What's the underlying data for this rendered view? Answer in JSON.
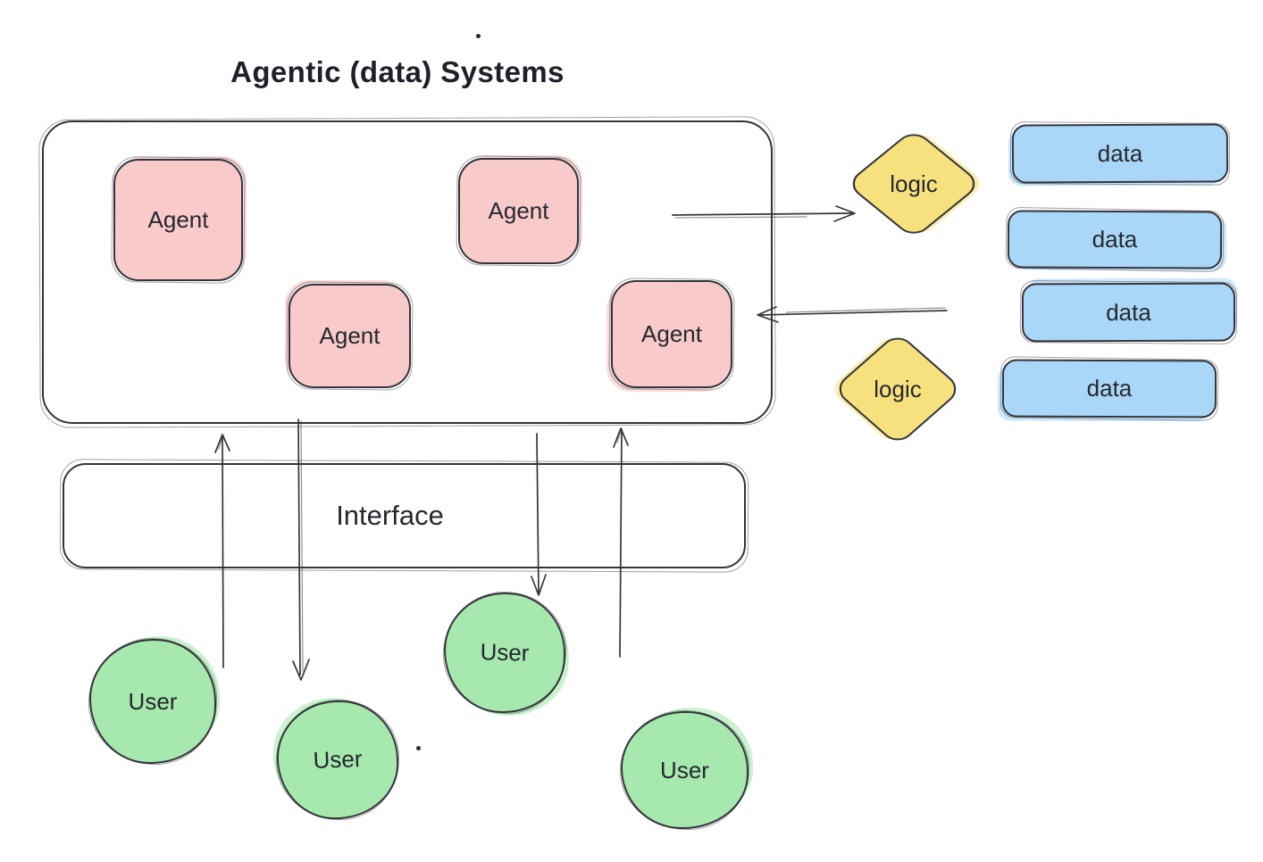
{
  "title": "Agentic (data) Systems",
  "colors": {
    "agent_fill": "#f8caca",
    "logic_fill": "#f7e17e",
    "data_fill": "#aad7f7",
    "user_fill": "#a6e8ae",
    "stroke": "#34353c",
    "text": "#26282f"
  },
  "system_box": {
    "agents": [
      {
        "label": "Agent"
      },
      {
        "label": "Agent"
      },
      {
        "label": "Agent"
      },
      {
        "label": "Agent"
      }
    ]
  },
  "logic_nodes": [
    {
      "label": "logic"
    },
    {
      "label": "logic"
    }
  ],
  "data_nodes": [
    {
      "label": "data"
    },
    {
      "label": "data"
    },
    {
      "label": "data"
    },
    {
      "label": "data"
    }
  ],
  "interface": {
    "label": "Interface"
  },
  "users": [
    {
      "label": "User"
    },
    {
      "label": "User"
    },
    {
      "label": "User"
    },
    {
      "label": "User"
    }
  ]
}
